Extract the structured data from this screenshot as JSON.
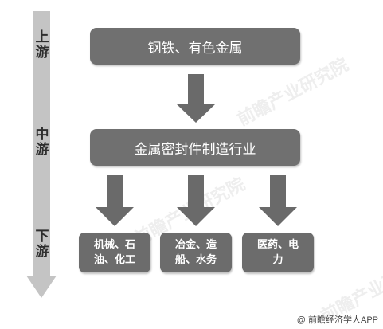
{
  "stages": {
    "upstream": "上\n游",
    "midstream": "中\n游",
    "downstream": "下\n游"
  },
  "boxes": {
    "upstream": "钢铁、有色金属",
    "midstream": "金属密封件制造行业",
    "downstream": [
      "机械、石\n油、化工",
      "冶金、造\n船、水务",
      "医药、电\n力"
    ]
  },
  "watermark": "前瞻产业研究院",
  "credit": "@ 前瞻经济学人APP",
  "colors": {
    "box": "#707070",
    "arrow": "#6a6a6a",
    "side_arrow": "#c4c4c4"
  }
}
